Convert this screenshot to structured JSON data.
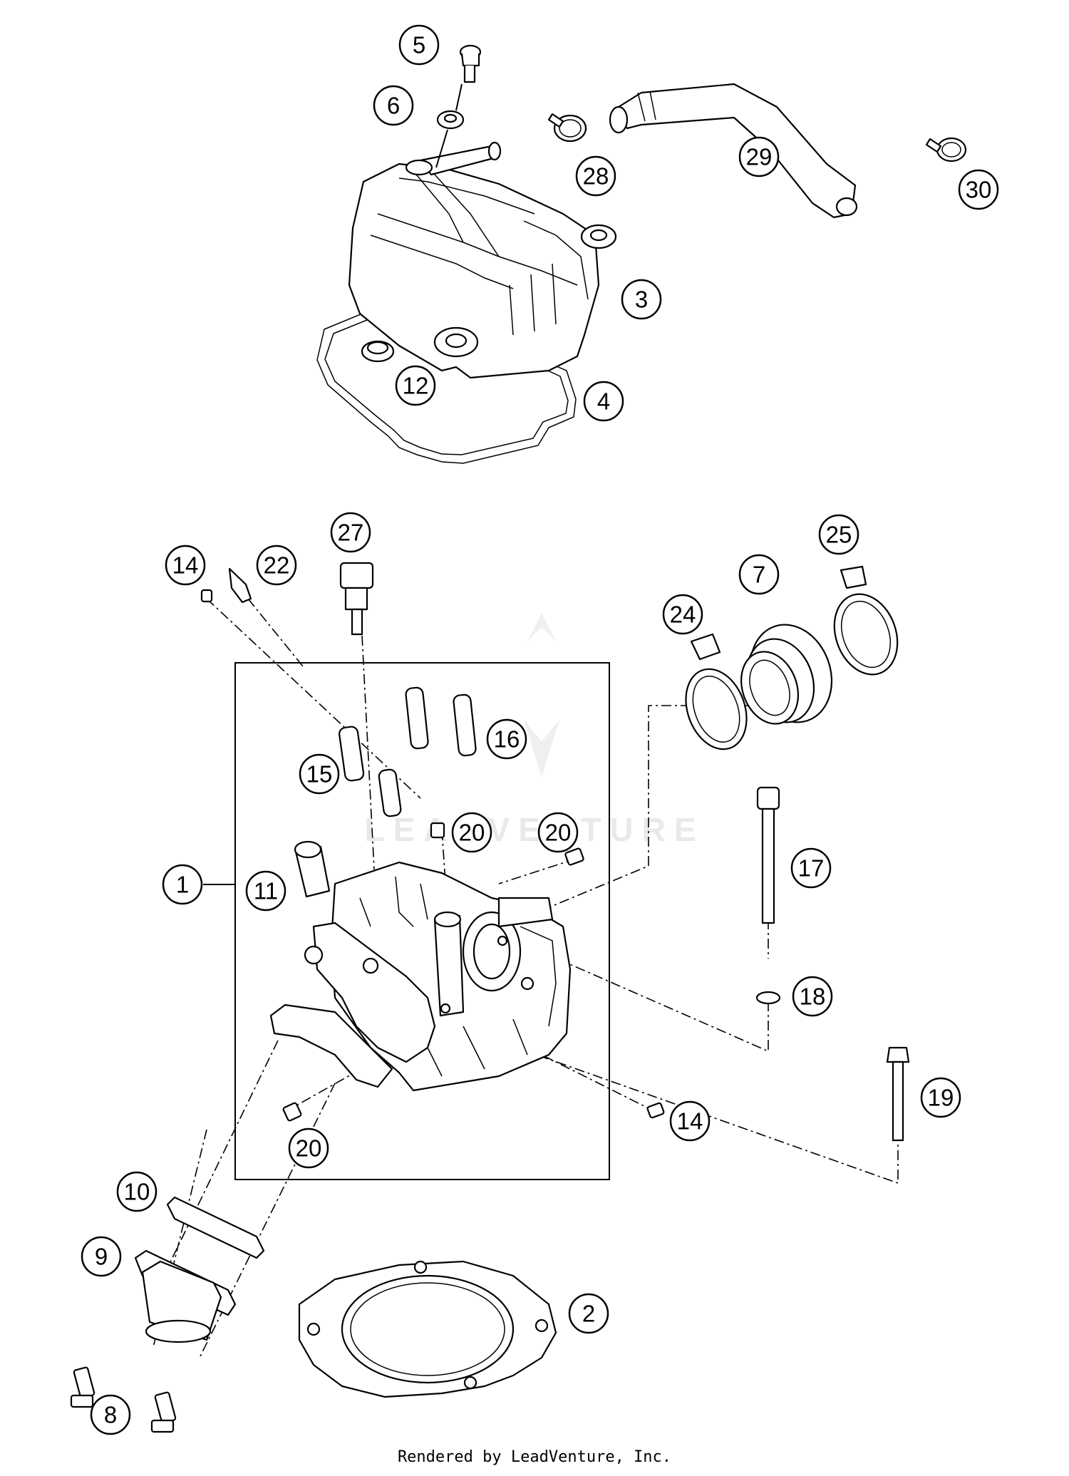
{
  "watermark": {
    "text": "LEADVENTURE"
  },
  "footer": {
    "text": "Rendered by LeadVenture, Inc."
  },
  "callouts": [
    {
      "id": "c5",
      "label": "5"
    },
    {
      "id": "c6",
      "label": "6"
    },
    {
      "id": "c28",
      "label": "28"
    },
    {
      "id": "c29",
      "label": "29"
    },
    {
      "id": "c30",
      "label": "30"
    },
    {
      "id": "c3",
      "label": "3"
    },
    {
      "id": "c12",
      "label": "12"
    },
    {
      "id": "c4",
      "label": "4"
    },
    {
      "id": "c27",
      "label": "27"
    },
    {
      "id": "c14a",
      "label": "14"
    },
    {
      "id": "c22",
      "label": "22"
    },
    {
      "id": "c25",
      "label": "25"
    },
    {
      "id": "c7",
      "label": "7"
    },
    {
      "id": "c24",
      "label": "24"
    },
    {
      "id": "c1",
      "label": "1"
    },
    {
      "id": "c16",
      "label": "16"
    },
    {
      "id": "c15",
      "label": "15"
    },
    {
      "id": "c20a",
      "label": "20"
    },
    {
      "id": "c20b",
      "label": "20"
    },
    {
      "id": "c17",
      "label": "17"
    },
    {
      "id": "c11",
      "label": "11"
    },
    {
      "id": "c18",
      "label": "18"
    },
    {
      "id": "c19",
      "label": "19"
    },
    {
      "id": "c14b",
      "label": "14"
    },
    {
      "id": "c20c",
      "label": "20"
    },
    {
      "id": "c10",
      "label": "10"
    },
    {
      "id": "c9",
      "label": "9"
    },
    {
      "id": "c2",
      "label": "2"
    },
    {
      "id": "c8",
      "label": "8"
    }
  ]
}
